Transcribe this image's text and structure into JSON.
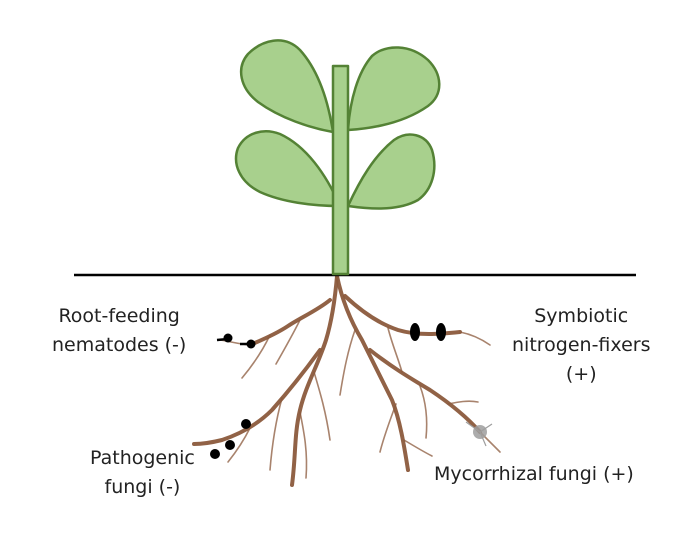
{
  "colors": {
    "leaf_fill": "#a8d08d",
    "leaf_stroke": "#548235",
    "stem_fill": "#a8d08d",
    "ground_line": "#000000",
    "root": "#8b5a3c",
    "organism_dot": "#000000",
    "mycorrhiza": "#9e9e9e"
  },
  "labels": {
    "nematodes": {
      "line1": "Root-feeding",
      "line2": "nematodes (-)"
    },
    "nitrogen_fixers": {
      "line1": "Symbiotic",
      "line2": "nitrogen-fixers",
      "line3": "(+)"
    },
    "pathogenic_fungi": {
      "line1": "Pathogenic",
      "line2": "fungi (-)"
    },
    "mycorrhizal_fungi": {
      "line1": "Mycorrhizal fungi (+)"
    }
  },
  "icons": {
    "plant": "plant-shoot-icon",
    "roots": "root-system-icon",
    "nematode": "nematode-dot-icon",
    "nodule": "nodule-icon",
    "fungus": "fungus-dot-icon",
    "mycorrhiza": "mycorrhiza-icon"
  }
}
